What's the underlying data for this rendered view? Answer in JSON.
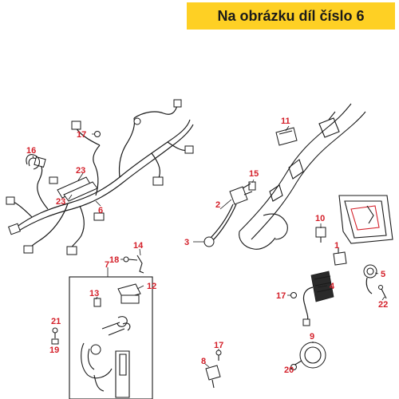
{
  "banner": {
    "text": "Na obrázku díl číslo 6"
  },
  "callouts": {
    "c1": "1",
    "c2": "2",
    "c3": "3",
    "c4": "4",
    "c5": "5",
    "c6": "6",
    "c7": "7",
    "c8": "8",
    "c9": "9",
    "c10": "10",
    "c11": "11",
    "c12": "12",
    "c13": "13",
    "c14": "14",
    "c15": "15",
    "c16": "16",
    "c17a": "17",
    "c17b": "17",
    "c17c": "17",
    "c18": "18",
    "c19": "19",
    "c20": "20",
    "c21": "21",
    "c22": "22",
    "c23a": "23",
    "c23b": "23"
  },
  "colors": {
    "banner": "#fed024",
    "callout": "#d4202a",
    "line": "#1a1a1a"
  }
}
